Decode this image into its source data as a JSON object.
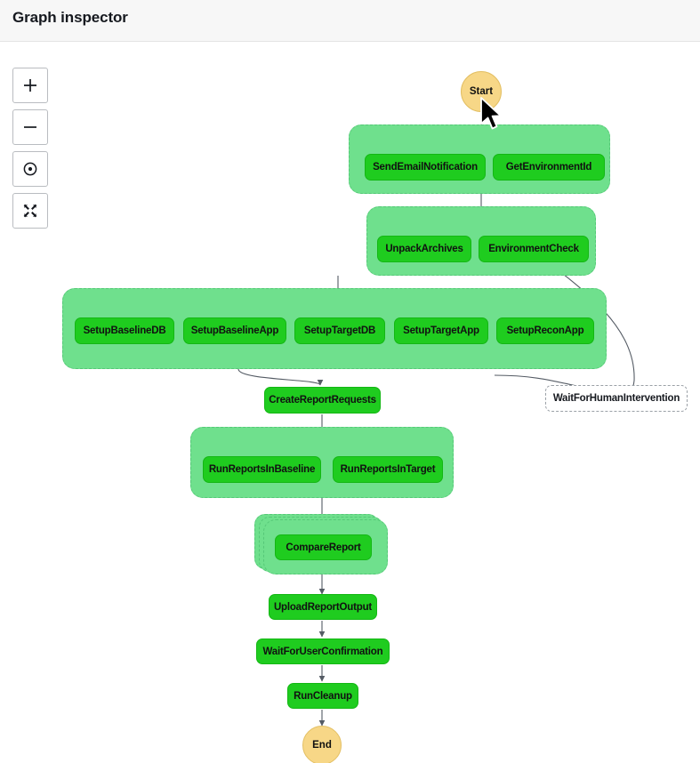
{
  "header": {
    "title": "Graph inspector"
  },
  "toolbar": {
    "zoom_in": {
      "name": "zoom-in-button",
      "label": "+"
    },
    "zoom_out": {
      "name": "zoom-out-button",
      "label": "−"
    },
    "center": {
      "name": "center-focus-button",
      "label": ""
    },
    "fit": {
      "name": "fit-to-screen-button",
      "label": ""
    }
  },
  "graph": {
    "start_label": "Start",
    "end_label": "End",
    "nodes": [
      {
        "id": "SendEmailNotification",
        "label": "SendEmailNotification",
        "state": "active"
      },
      {
        "id": "GetEnvironmentId",
        "label": "GetEnvironmentId",
        "state": "active"
      },
      {
        "id": "UnpackArchives",
        "label": "UnpackArchives",
        "state": "active"
      },
      {
        "id": "EnvironmentCheck",
        "label": "EnvironmentCheck",
        "state": "active"
      },
      {
        "id": "SetupBaselineDB",
        "label": "SetupBaselineDB",
        "state": "active"
      },
      {
        "id": "SetupBaselineApp",
        "label": "SetupBaselineApp",
        "state": "active"
      },
      {
        "id": "SetupTargetDB",
        "label": "SetupTargetDB",
        "state": "active"
      },
      {
        "id": "SetupTargetApp",
        "label": "SetupTargetApp",
        "state": "active"
      },
      {
        "id": "SetupReconApp",
        "label": "SetupReconApp",
        "state": "active"
      },
      {
        "id": "WaitForHumanIntervention",
        "label": "WaitForHumanIntervention",
        "state": "inactive"
      },
      {
        "id": "CreateReportRequests",
        "label": "CreateReportRequests",
        "state": "active"
      },
      {
        "id": "RunReportsInBaseline",
        "label": "RunReportsInBaseline",
        "state": "active"
      },
      {
        "id": "RunReportsInTarget",
        "label": "RunReportsInTarget",
        "state": "active"
      },
      {
        "id": "CompareReport",
        "label": "CompareReport",
        "state": "active"
      },
      {
        "id": "UploadReportOutput",
        "label": "UploadReportOutput",
        "state": "active"
      },
      {
        "id": "WaitForUserConfirmation",
        "label": "WaitForUserConfirmation",
        "state": "active"
      },
      {
        "id": "RunCleanup",
        "label": "RunCleanup",
        "state": "active"
      }
    ],
    "colors": {
      "node_active": "#1fcc1f",
      "node_active_border": "#14b714",
      "node_inactive": "#ffffff",
      "node_inactive_border": "#9aa0a6",
      "group_fill": "#6fe08d",
      "group_border": "#56c878",
      "terminal_fill": "#f7d787",
      "terminal_border": "#e3bf63",
      "edge": "#545b64",
      "canvas": "#ffffff",
      "header": "#f7f7f7"
    }
  }
}
